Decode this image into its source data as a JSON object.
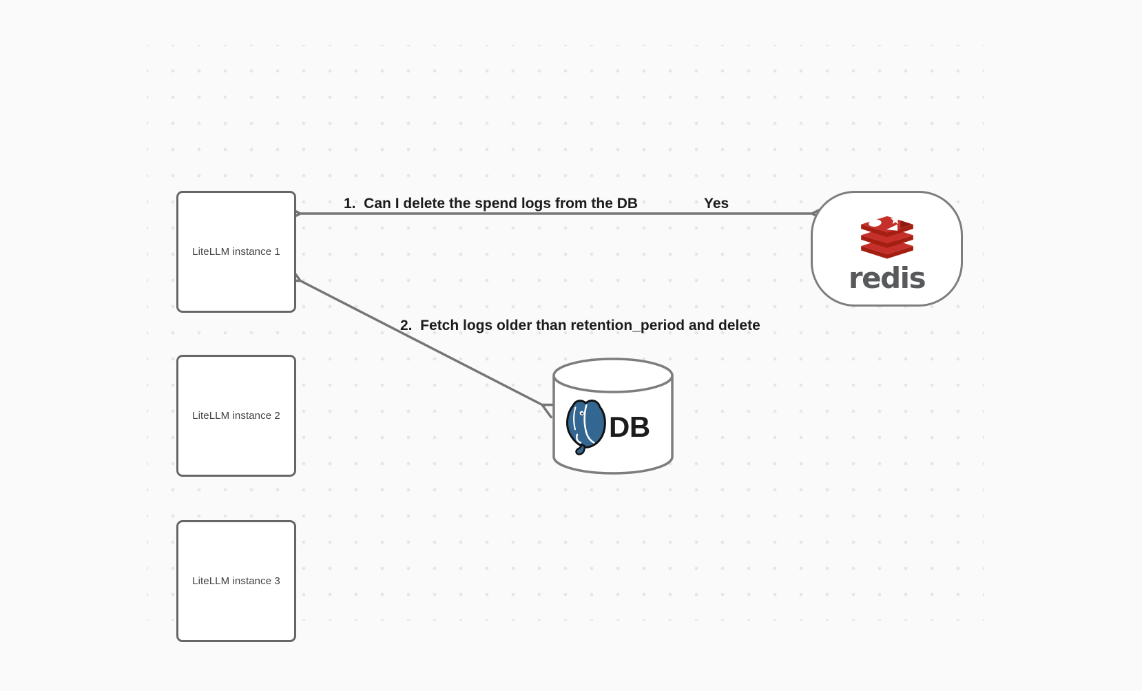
{
  "diagram": {
    "nodes": {
      "instance1": {
        "label": "LiteLLM instance 1"
      },
      "instance2": {
        "label": "LiteLLM instance 2"
      },
      "instance3": {
        "label": "LiteLLM instance 3"
      },
      "redis": {
        "wordmark": "redis",
        "icon": "redis-logo-icon"
      },
      "db": {
        "label": "DB",
        "icon": "postgres-logo-icon",
        "shape": "cylinder"
      }
    },
    "edges": {
      "edge1": {
        "label": "1.  Can I delete the spend logs from the DB",
        "response": "Yes",
        "from": "instance1",
        "to": "redis",
        "style": "double-headed-arrow"
      },
      "edge2": {
        "label": "2.  Fetch logs older than retention_period and delete",
        "from": "instance1",
        "to": "db",
        "style": "double-headed-arrow"
      }
    },
    "colors": {
      "background": "#fafafa",
      "dot": "#e6e6e6",
      "arrow": "#757575",
      "box_border": "#666666",
      "label_text": "#1c1c1c",
      "redis_red": "#c6302b",
      "redis_dark_red": "#a41e11",
      "redis_wordmark_gray": "#58595b",
      "postgres_blue": "#336791"
    }
  }
}
